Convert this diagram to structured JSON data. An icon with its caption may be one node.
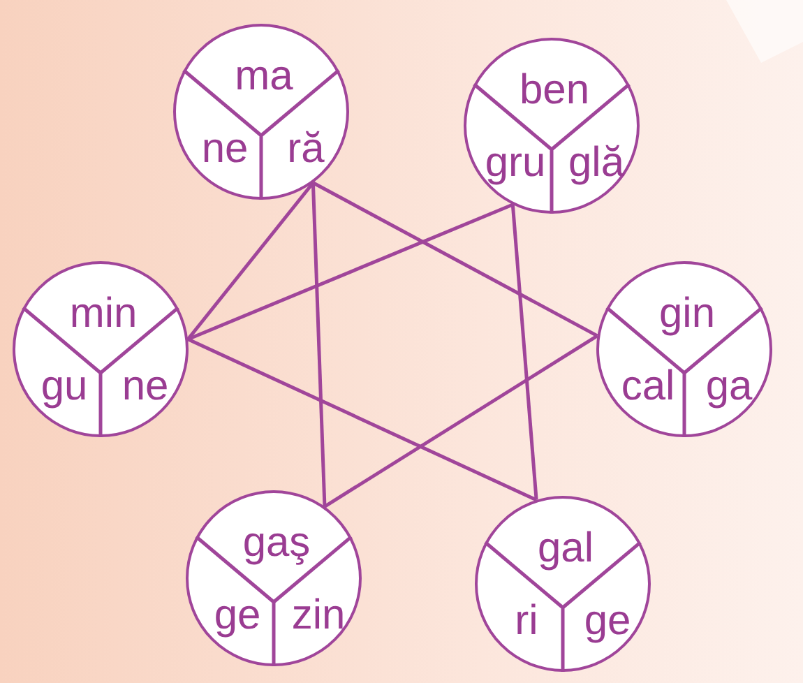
{
  "diagram": {
    "nodes": [
      {
        "text": [
          "ma",
          "ne",
          "ră"
        ]
      },
      {
        "text": [
          "ben",
          "gru",
          "glă"
        ]
      },
      {
        "text": [
          "min",
          "gu",
          "ne"
        ]
      },
      {
        "text": [
          "gin",
          "cal",
          "ga"
        ]
      },
      {
        "text": [
          "gaş",
          "ge",
          "zin"
        ]
      },
      {
        "text": [
          "gal",
          "ri",
          "ge"
        ]
      }
    ],
    "edges": [
      {
        "from": 0,
        "to": 2,
        "arrow": "none"
      },
      {
        "from": 0,
        "to": 3,
        "arrow": "none"
      },
      {
        "from": 0,
        "to": 4,
        "arrow": "none"
      },
      {
        "from": 1,
        "to": 2,
        "arrow": "none"
      },
      {
        "from": 1,
        "to": 5,
        "arrow": "none"
      },
      {
        "from": 2,
        "to": 5,
        "arrow": "none"
      },
      {
        "from": 3,
        "to": 4,
        "arrow": "none"
      }
    ]
  }
}
